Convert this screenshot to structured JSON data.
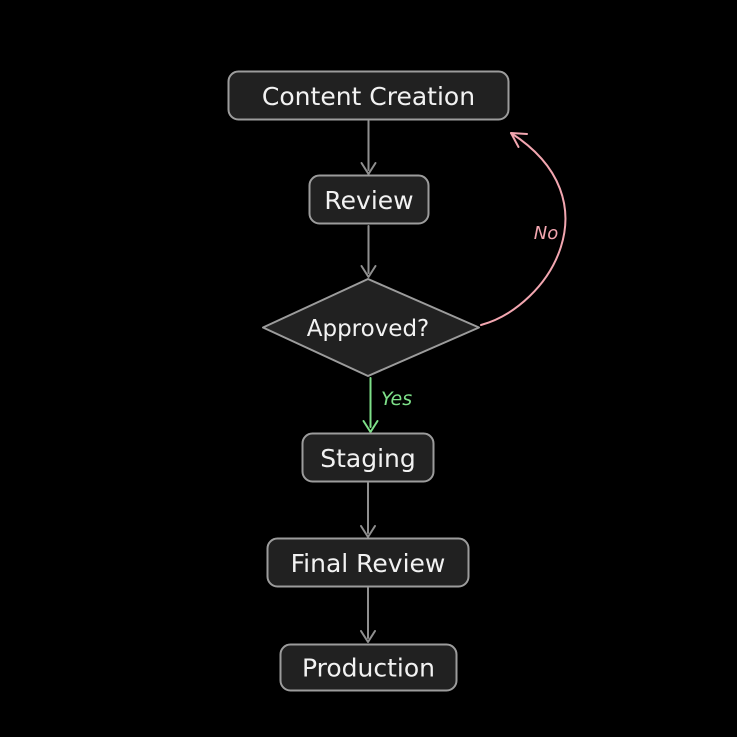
{
  "diagram": {
    "type": "flowchart",
    "nodes": [
      {
        "id": "content-creation",
        "label": "Content Creation",
        "shape": "rectangle"
      },
      {
        "id": "review",
        "label": "Review",
        "shape": "rectangle"
      },
      {
        "id": "approved",
        "label": "Approved?",
        "shape": "diamond"
      },
      {
        "id": "staging",
        "label": "Staging",
        "shape": "rectangle"
      },
      {
        "id": "final-review",
        "label": "Final Review",
        "shape": "rectangle"
      },
      {
        "id": "production",
        "label": "Production",
        "shape": "rectangle"
      }
    ],
    "edges": [
      {
        "from": "content-creation",
        "to": "review",
        "label": ""
      },
      {
        "from": "review",
        "to": "approved",
        "label": ""
      },
      {
        "from": "approved",
        "to": "staging",
        "label": "Yes",
        "color": "#7ee089"
      },
      {
        "from": "approved",
        "to": "content-creation",
        "label": "No",
        "color": "#f2a6b0"
      },
      {
        "from": "staging",
        "to": "final-review",
        "label": ""
      },
      {
        "from": "final-review",
        "to": "production",
        "label": ""
      }
    ],
    "colors": {
      "background": "#000000",
      "node_fill": "#212121",
      "node_border": "#9c9c9c",
      "node_text": "#f2f2f2",
      "edge": "#8f8f8f",
      "yes": "#7ee089",
      "no": "#f2a6b0"
    }
  }
}
